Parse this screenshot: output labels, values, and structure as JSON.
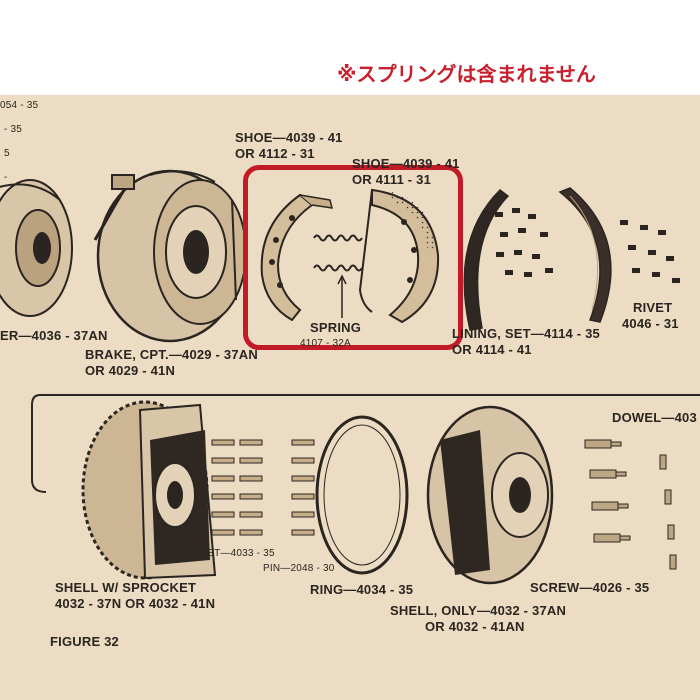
{
  "notice": "※スプリングは含まれません",
  "labels": {
    "edge_top1": "054 - 35",
    "edge_top2": "- 35",
    "edge_mid1": "5",
    "edge_mid2": "-",
    "shoe_left_1": "SHOE—4039 - 41",
    "shoe_left_2": "OR 4112 - 31",
    "shoe_right_1": "SHOE—4039 - 41",
    "shoe_right_2": "OR 4111 - 31",
    "spring": "SPRING",
    "spring_num": "4107 - 32A",
    "lining_1": "LINING, SET—4114 - 35",
    "lining_2": "OR 4114 - 41",
    "rivet_top": "RIVET",
    "rivet_top_num": "4046 - 31",
    "er_label": "ER—4036 - 37AN",
    "brake_1": "BRAKE, CPT.—4029 - 37AN",
    "brake_2": "OR 4029 - 41N",
    "dowel": "DOWEL—403",
    "rivet_mid": "RIVET—4033 - 35",
    "pin": "PIN—2048 - 30",
    "shell_sprocket_1": "SHELL W/ SPROCKET",
    "shell_sprocket_2": "4032 - 37N OR 4032 - 41N",
    "ring": "RING—4034 - 35",
    "screw": "SCREW—4026 - 35",
    "shell_only_1": "SHELL, ONLY—4032 - 37AN",
    "shell_only_2": "OR 4032 - 41AN",
    "figure": "FIGURE 32"
  },
  "colors": {
    "paper": "#ecdcc4",
    "ink": "#2a2520",
    "highlight": "#c11b28"
  }
}
